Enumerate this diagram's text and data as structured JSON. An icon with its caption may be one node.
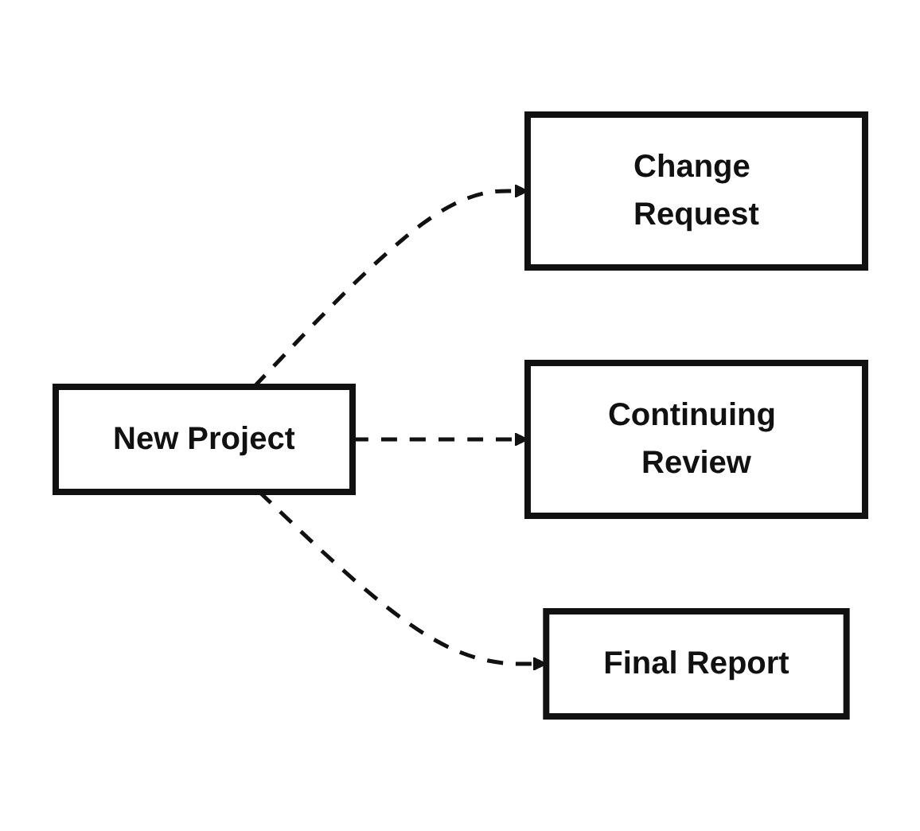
{
  "diagram": {
    "nodes": [
      {
        "text": [
          "New Project"
        ]
      },
      {
        "text": [
          "Change Request"
        ]
      },
      {
        "text": [
          "Continuing Review"
        ]
      },
      {
        "text": [
          "Final Report"
        ]
      }
    ],
    "edges": [
      {
        "from": 0,
        "to": 1,
        "arrow": "to",
        "style": "dashed"
      },
      {
        "from": 0,
        "to": 2,
        "arrow": "to",
        "style": "dashed"
      },
      {
        "from": 0,
        "to": 3,
        "arrow": "to",
        "style": "dashed"
      }
    ]
  }
}
